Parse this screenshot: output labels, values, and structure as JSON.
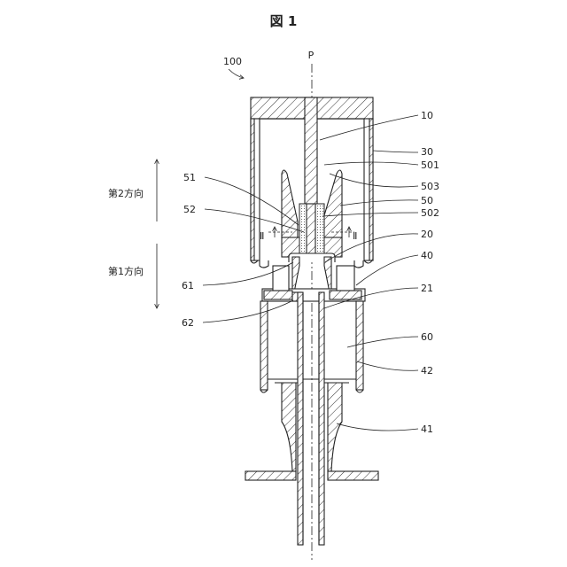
{
  "figure": {
    "title": "図 1",
    "axis_label": "P",
    "assembly_ref": "100",
    "direction_second": "第2方向",
    "direction_first": "第1方向",
    "section_mark_left": "Ⅱ",
    "section_mark_right": "Ⅱ"
  },
  "labels": {
    "n10": "10",
    "n30": "30",
    "n501": "501",
    "n503": "503",
    "n50": "50",
    "n502": "502",
    "n20": "20",
    "n40": "40",
    "n21": "21",
    "n60": "60",
    "n42": "42",
    "n41": "41",
    "n51": "51",
    "n52": "52",
    "n61": "61",
    "n62": "62"
  }
}
